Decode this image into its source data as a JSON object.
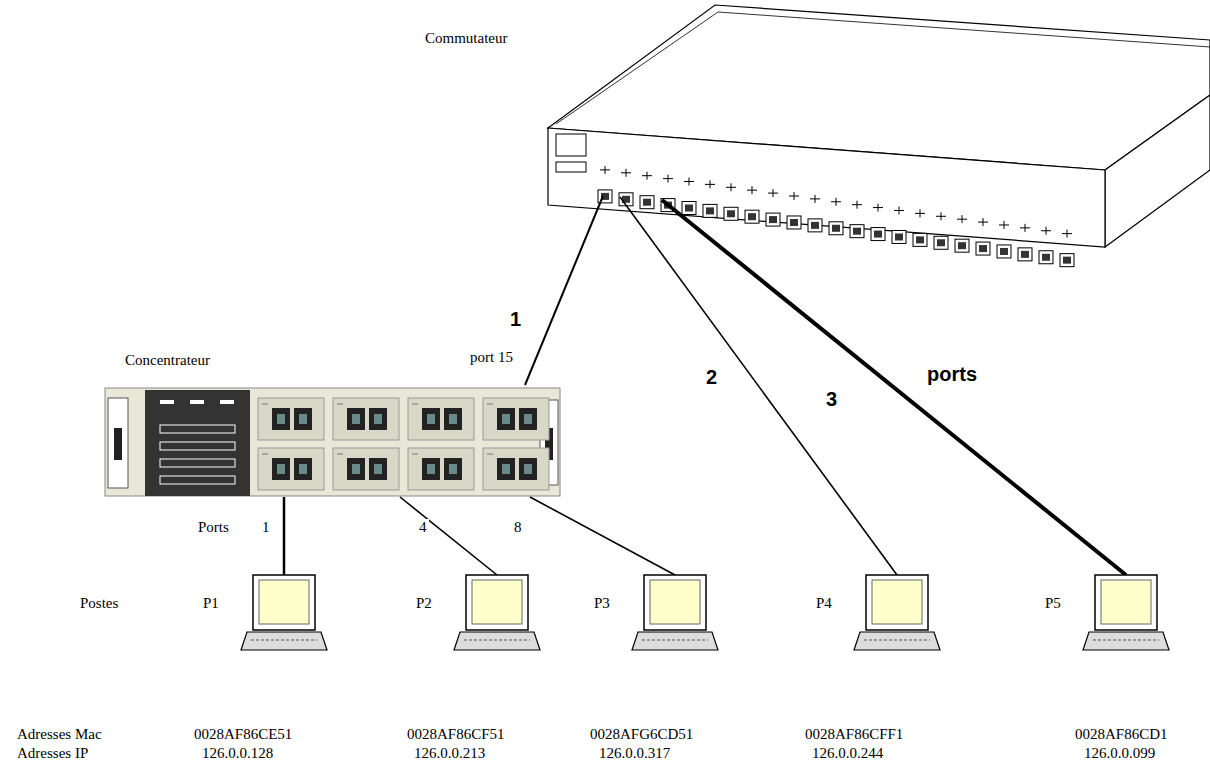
{
  "diagram": {
    "nodes": [
      {
        "text": [
          "Commutateur"
        ]
      },
      {
        "text": [
          "Concentrateur"
        ]
      },
      {
        "text": [
          "P1"
        ]
      },
      {
        "text": [
          "P2"
        ]
      },
      {
        "text": [
          "P3"
        ]
      },
      {
        "text": [
          "P4"
        ]
      },
      {
        "text": [
          "P5"
        ]
      }
    ],
    "edges": [
      {
        "from": 1,
        "to": 0,
        "arrow": "none",
        "label": "1"
      },
      {
        "from": 0,
        "to": 5,
        "arrow": "none",
        "label": "2"
      },
      {
        "from": 0,
        "to": 6,
        "arrow": "none",
        "label": "3"
      },
      {
        "from": 1,
        "to": 2,
        "arrow": "none",
        "label": "1"
      },
      {
        "from": 1,
        "to": 3,
        "arrow": "none",
        "label": "4"
      },
      {
        "from": 1,
        "to": 4,
        "arrow": "none",
        "label": "8"
      }
    ],
    "labels": [
      "port 15",
      "ports",
      "Ports",
      "Postes",
      "Adresses Mac",
      "0028AF86CE51",
      "0028AF86CF51",
      "0028AFG6CD51",
      "0028AF86CFF1",
      "0028AF86CD1",
      "Adresses IP",
      "126.0.0.128",
      "126.0.0.213",
      "126.0.0.317",
      "126.0.0.244",
      "126.0.0.099"
    ]
  }
}
